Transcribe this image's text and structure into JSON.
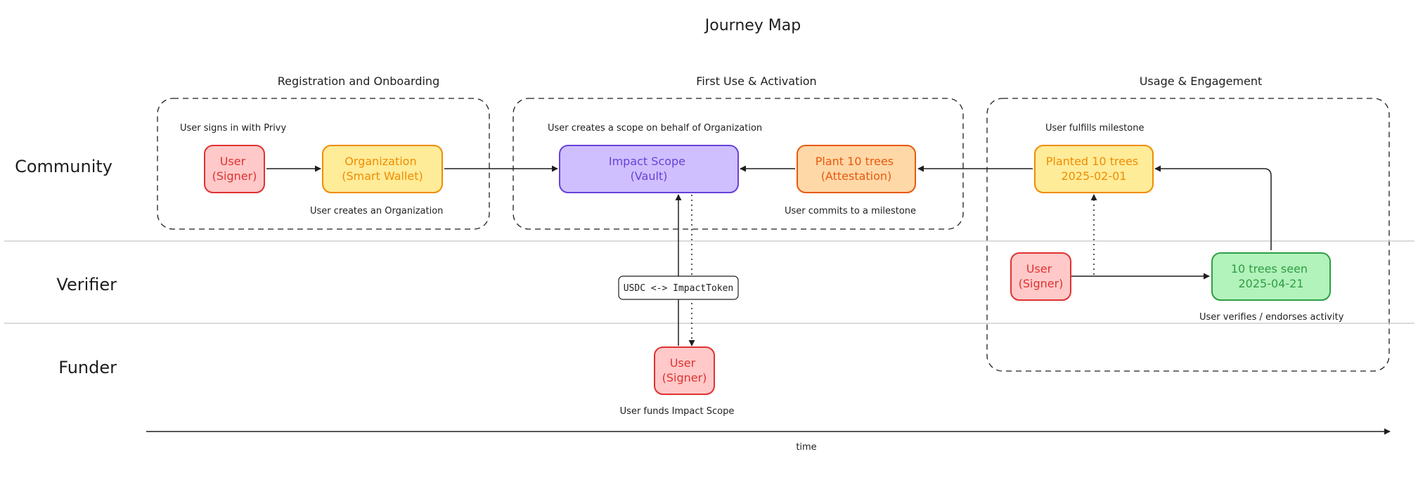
{
  "title": "Journey Map",
  "phases": [
    {
      "id": "registration",
      "label": "Registration and Onboarding"
    },
    {
      "id": "activation",
      "label": "First Use & Activation"
    },
    {
      "id": "engagement",
      "label": "Usage & Engagement"
    }
  ],
  "lanes": [
    {
      "id": "community",
      "label": "Community"
    },
    {
      "id": "verifier",
      "label": "Verifier"
    },
    {
      "id": "funder",
      "label": "Funder"
    }
  ],
  "nodes": {
    "user_signer_1": {
      "lines": [
        "User",
        "(Signer)"
      ],
      "color": "red"
    },
    "organization": {
      "lines": [
        "Organization",
        "(Smart Wallet)"
      ],
      "color": "yellow"
    },
    "impact_scope": {
      "lines": [
        "Impact Scope",
        "(Vault)"
      ],
      "color": "purple"
    },
    "plant_trees": {
      "lines": [
        "Plant 10 trees",
        "(Attestation)"
      ],
      "color": "orange"
    },
    "planted_trees": {
      "lines": [
        "Planted 10 trees",
        "2025-02-01"
      ],
      "color": "yellow"
    },
    "user_signer_verifier": {
      "lines": [
        "User",
        "(Signer)"
      ],
      "color": "red"
    },
    "trees_seen": {
      "lines": [
        "10 trees seen",
        "2025-04-21"
      ],
      "color": "green"
    },
    "user_signer_funder": {
      "lines": [
        "User",
        "(Signer)"
      ],
      "color": "red"
    }
  },
  "notes": {
    "signs_in": "User signs in with Privy",
    "creates_org": "User creates an Organization",
    "creates_scope": "User creates a scope on behalf of Organization",
    "commits": "User commits to a milestone",
    "fulfills": "User fulfills milestone",
    "verifies": "User verifies / endorses activity",
    "funds": "User funds Impact Scope"
  },
  "token_label": "USDC <-> ImpactToken",
  "axis_label": "time",
  "colors": {
    "red": {
      "fill": "#ffc9c9",
      "stroke": "#e03131",
      "text": "#e03131"
    },
    "yellow": {
      "fill": "#ffec99",
      "stroke": "#f08c00",
      "text": "#f08c00"
    },
    "purple": {
      "fill": "#d0bfff",
      "stroke": "#6741d9",
      "text": "#6741d9"
    },
    "orange": {
      "fill": "#ffd8a8",
      "stroke": "#e8590c",
      "text": "#e8590c"
    },
    "green": {
      "fill": "#b2f2bb",
      "stroke": "#2f9e44",
      "text": "#2f9e44"
    },
    "line": "#1e1e1e",
    "lane_divider": "#cfcfcf"
  }
}
